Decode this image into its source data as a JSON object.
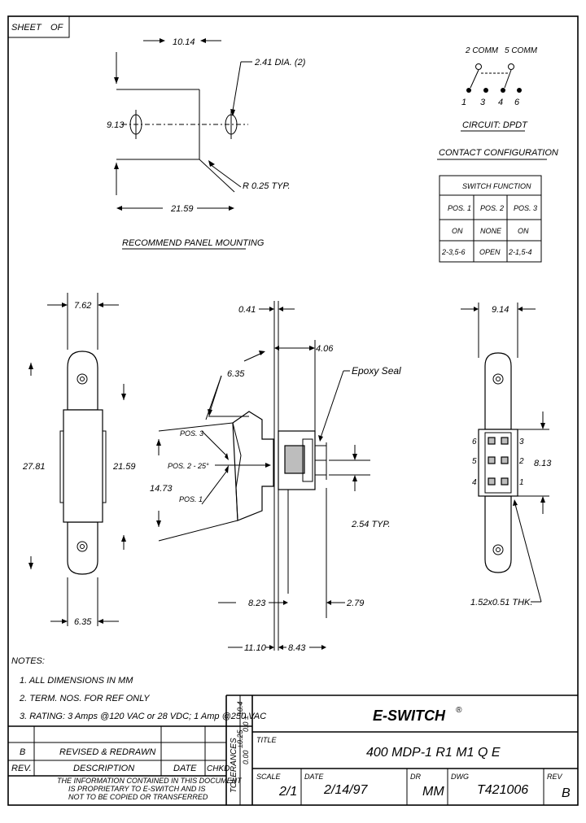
{
  "sheet_label": {
    "sheet": "SHEET",
    "of": "OF"
  },
  "panel": {
    "dim_width": "10.14",
    "dim_hole": "2.41 DIA. (2)",
    "dim_height": "9.13",
    "dim_radius": "R 0.25 TYP.",
    "dim_length": "21.59",
    "caption": "RECOMMEND PANEL MOUNTING"
  },
  "circuit": {
    "comm_labels": [
      "2 COMM",
      "5 COMM"
    ],
    "pin_labels": [
      "1",
      "3",
      "4",
      "6"
    ],
    "caption": "CIRCUIT: DPDT",
    "config_caption": "CONTACT CONFIGURATION"
  },
  "switch_function": {
    "header": "SWITCH FUNCTION",
    "columns": [
      "POS. 1",
      "POS. 2",
      "POS. 3"
    ],
    "row1": [
      "ON",
      "NONE",
      "ON"
    ],
    "row2": [
      "2-3,5-6",
      "OPEN",
      "2-1,5-4"
    ]
  },
  "front_view": {
    "dim_width": "7.62",
    "dim_total": "27.81",
    "dim_inner": "21.59",
    "dim_bottom": "6.35"
  },
  "side_view": {
    "dim_top": "0.41",
    "dim_angle_len": "6.35",
    "dim_body": "4.06",
    "epoxy": "Epoxy Seal",
    "pos3": "POS. 3",
    "pos2": "POS. 2 - 25°",
    "pos1": "POS. 1",
    "dim_height": "14.73",
    "dim_pitch": "2.54 TYP.",
    "dim_a": "8.23",
    "dim_b": "2.79",
    "dim_c": "11.10",
    "dim_d": "8.43"
  },
  "rear_view": {
    "dim_width": "9.14",
    "dim_height": "8.13",
    "pins_left": [
      "6",
      "5",
      "4"
    ],
    "pins_right": [
      "3",
      "2",
      "1"
    ],
    "dim_thk": "1.52x0.51 THK."
  },
  "notes": {
    "title": "NOTES:",
    "items": [
      "1. ALL DIMENSIONS IN MM",
      "2. TERM. NOS. FOR REF ONLY",
      "3. RATING: 3 Amps @120 VAC or 28 VDC; 1 Amp @250 VAC"
    ]
  },
  "revisions": {
    "rev_row_rev": "B",
    "rev_row_desc": "REVISED & REDRAWN",
    "header_rev": "REV.",
    "header_desc": "DESCRIPTION",
    "header_date": "DATE",
    "header_chkd": "CHKD",
    "legal": [
      "THE INFORMATION CONTAINED IN THIS DOCUMENT",
      "IS PROPRIETARY TO E-SWITCH AND IS",
      "NOT TO BE COPIED OR TRANSFERRED"
    ]
  },
  "tolerances": {
    "label": "TOLERANCES",
    "values": [
      "0.0 ±",
      "0.00",
      "±0.4",
      "±0.25"
    ]
  },
  "title_block": {
    "logo": "E-SWITCH",
    "logo_mark": "®",
    "title_label": "TITLE",
    "title": "400 MDP-1 R1 M1 Q E",
    "scale_label": "SCALE",
    "scale": "2/1",
    "date_label": "DATE",
    "date": "2/14/97",
    "dr_label": "DR",
    "dr": "MM",
    "dwg_label": "DWG",
    "dwg": "T421006",
    "rev_label": "REV",
    "rev": "B"
  }
}
